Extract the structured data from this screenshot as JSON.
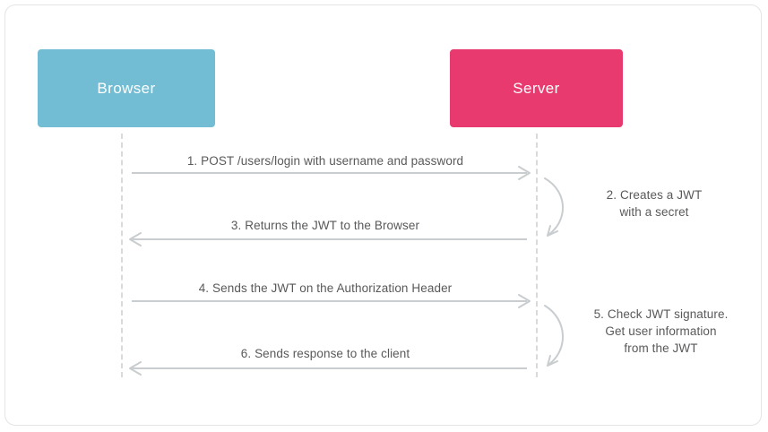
{
  "diagram": {
    "title_alt": "JWT authentication sequence diagram",
    "colors": {
      "browser_box": "#72BDD4",
      "server_box": "#E93A6F",
      "arrow": "#c9cdcf",
      "lifeline": "#d8dadc",
      "label_text": "#58595b",
      "card_border": "#e3e4e6",
      "background": "#ffffff"
    },
    "actors": [
      {
        "id": "browser",
        "label": "Browser",
        "fill": "#72BDD4"
      },
      {
        "id": "server",
        "label": "Server",
        "fill": "#E93A6F"
      }
    ],
    "messages": [
      {
        "step": "1",
        "label": "1. POST /users/login with username and password",
        "direction": "right"
      },
      {
        "step": "3",
        "label": "3. Returns the JWT to the Browser",
        "direction": "left"
      },
      {
        "step": "4",
        "label": "4. Sends the JWT on the Authorization Header",
        "direction": "right"
      },
      {
        "step": "6",
        "label": "6. Sends response to the client",
        "direction": "left"
      }
    ],
    "self_notes": [
      {
        "step": "2",
        "lines": [
          "2. Creates a JWT",
          "with a secret"
        ]
      },
      {
        "step": "5",
        "lines": [
          "5. Check JWT signature.",
          "Get user information",
          "from the JWT"
        ]
      }
    ]
  }
}
